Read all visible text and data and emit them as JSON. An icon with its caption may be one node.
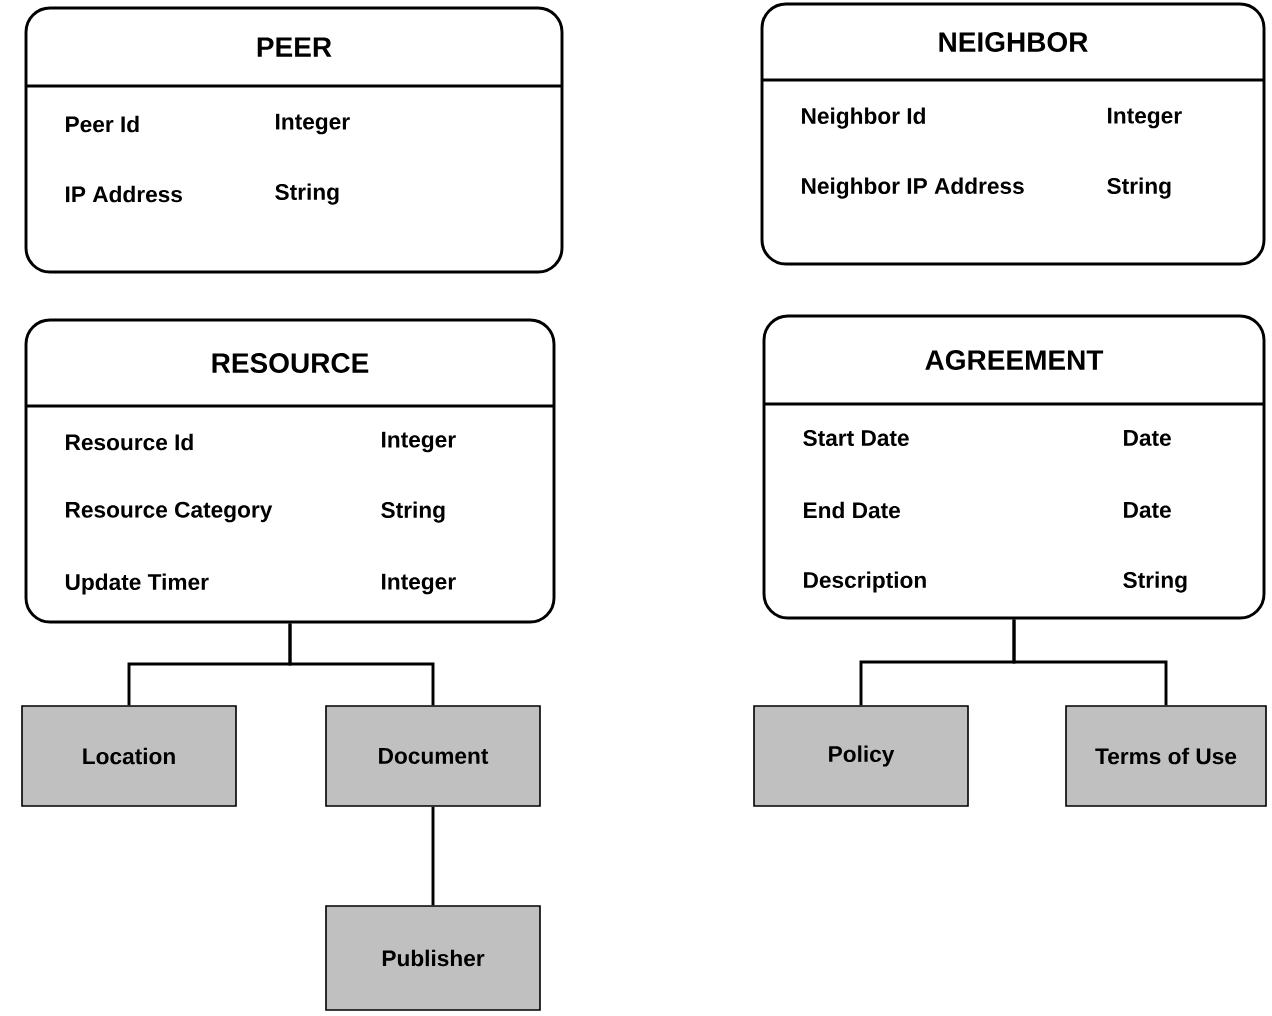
{
  "diagram": {
    "nodes": [
      {
        "text": [
          "PEER",
          "Peer Id",
          "Integer",
          "IP Address",
          "String"
        ]
      },
      {
        "text": [
          "NEIGHBOR",
          "Neighbor Id",
          "Integer",
          "Neighbor IP Address",
          "String"
        ]
      },
      {
        "text": [
          "RESOURCE",
          "Resource Id",
          "Integer",
          "Resource Category",
          "String",
          "Update Timer",
          "Integer"
        ]
      },
      {
        "text": [
          "AGREEMENT",
          "Start Date",
          "Date",
          "End Date",
          "Date",
          "Description",
          "String"
        ]
      },
      {
        "text": [
          "Location"
        ]
      },
      {
        "text": [
          "Document"
        ]
      },
      {
        "text": [
          "Policy"
        ]
      },
      {
        "text": [
          "Terms of Use"
        ]
      },
      {
        "text": [
          "Publisher"
        ]
      }
    ],
    "edges": [
      {
        "from": 2,
        "to": 4,
        "arrow": "none"
      },
      {
        "from": 2,
        "to": 5,
        "arrow": "none"
      },
      {
        "from": 3,
        "to": 6,
        "arrow": "none"
      },
      {
        "from": 3,
        "to": 7,
        "arrow": "none"
      },
      {
        "from": 5,
        "to": 8,
        "arrow": "none"
      }
    ]
  }
}
